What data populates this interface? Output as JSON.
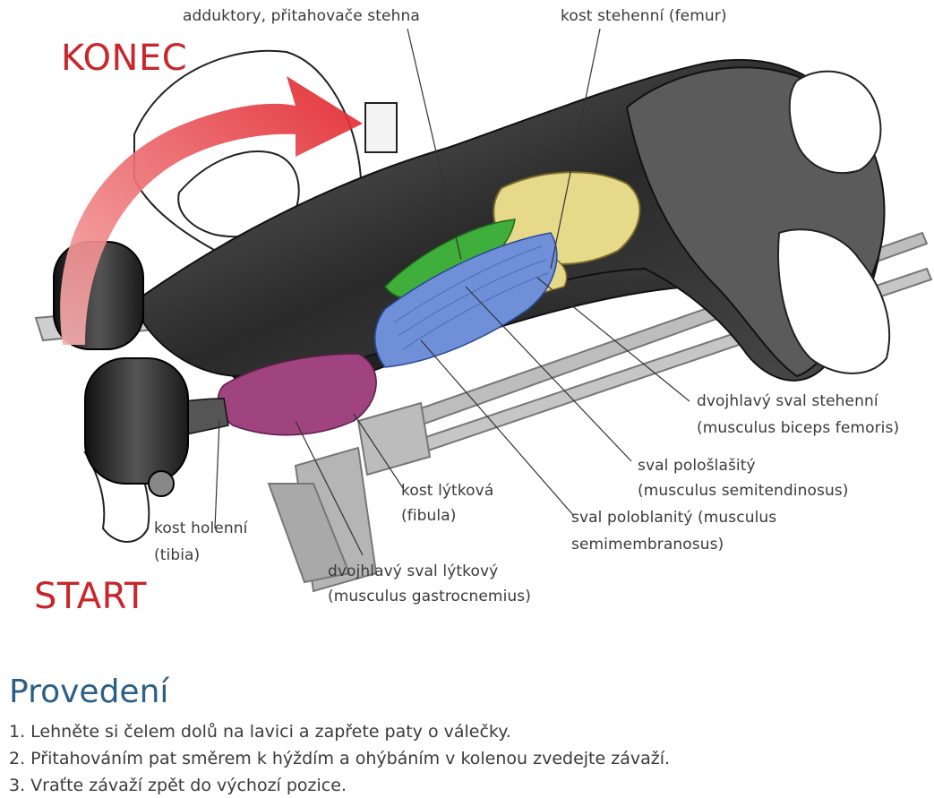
{
  "labels": {
    "end": "KONEC",
    "start": "START",
    "adductors": "adduktory, přitahovače stehna",
    "femur": "kost stehenní (femur)",
    "biceps_line1": "dvojhlavý sval stehenní",
    "biceps_line2": "(musculus biceps femoris)",
    "semitend_line1": "sval pološlašitý",
    "semitend_line2": "(musculus semitendinosus)",
    "semimem_line1": "sval poloblanitý (musculus",
    "semimem_line2": "semimembranosus)",
    "fibula_line1": "kost lýtková",
    "fibula_line2": "(fibula)",
    "tibia_line1": "kost holenní",
    "tibia_line2": "(tibia)",
    "gastro_line1": "dvojhlavý sval lýtkový",
    "gastro_line2": "(musculus gastrocnemius)"
  },
  "instructions": {
    "title": "Provedení",
    "steps": [
      "1. Lehněte si čelem dolů na lavici a zapřete paty o válečky.",
      "2. Přitahováním pat směrem k hýždím a ohýbáním v kolenou zvedejte závaží.",
      "3. Vraťte závaží zpět do výchozí pozice."
    ]
  },
  "colors": {
    "accent_red": "#c8262d",
    "title_blue": "#2c5f86",
    "muscle_green": "#3fae3a",
    "muscle_blue": "#6f8fd8",
    "muscle_purple": "#a0447f",
    "bone_yellow": "#e6d98a",
    "body_dark": "#2e2e2e"
  }
}
